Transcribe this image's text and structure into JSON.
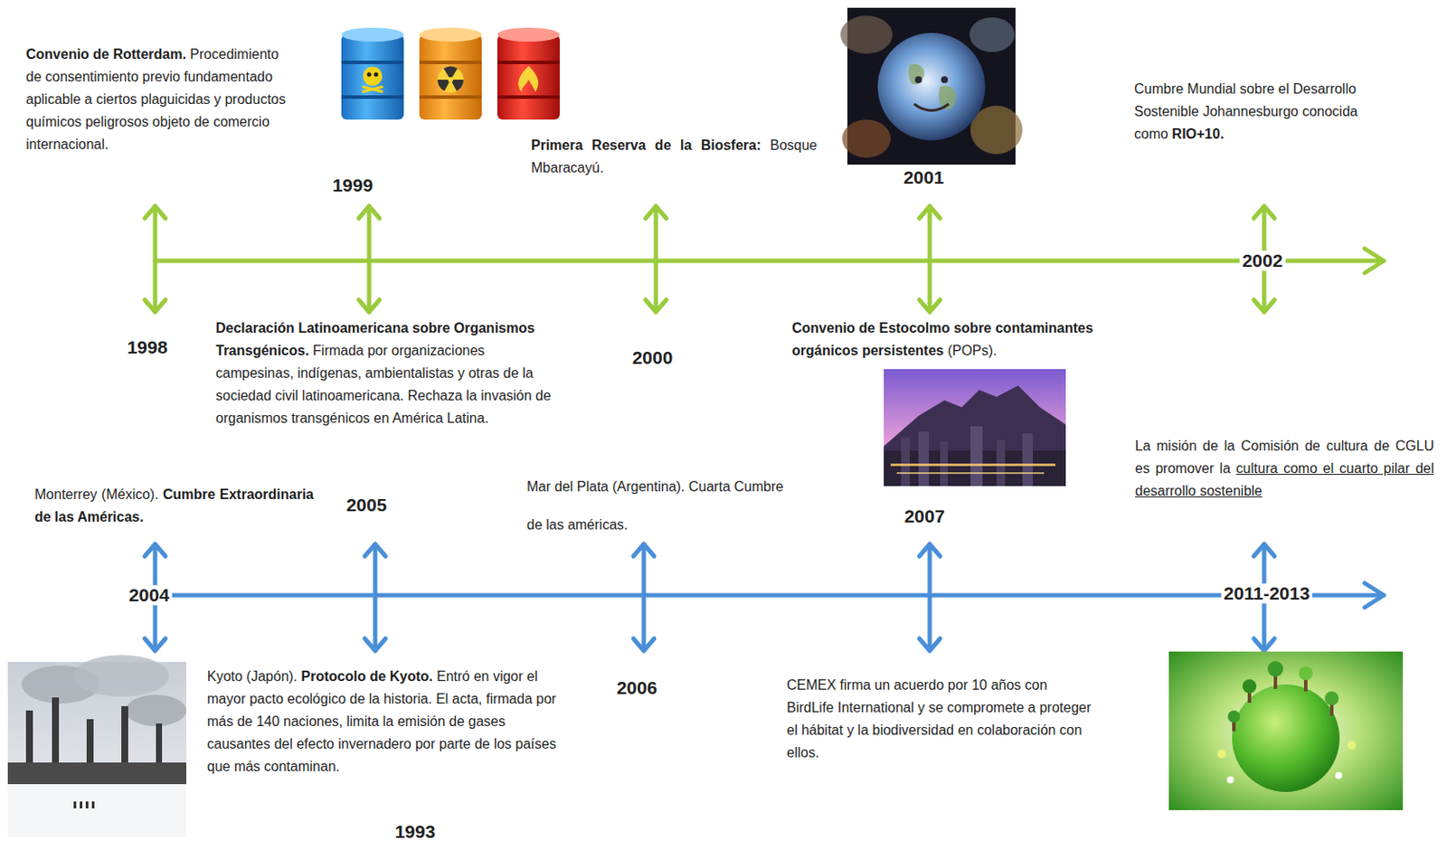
{
  "diagram": {
    "labels": [
      "Convenio de Rotterdam.",
      "Procedimiento de consentimiento previo fundamentado aplicable a ciertos plaguicidas y productos químicos peligrosos objeto de comercio internacional.",
      "1999",
      "Primera Reserva de la Biosfera:",
      "Bosque Mbaracayú.",
      "2001",
      "Cumbre Mundial sobre el Desarrollo Sostenible Johannesburgo conocida como",
      "RIO+10.",
      "2002",
      "1998",
      "Declaración Latinoamericana sobre Organismos Transgénicos.",
      "Firmada por organizaciones campesinas, indígenas, ambientalistas y otras de la sociedad civil latinoamericana. Rechaza la invasión de organismos transgénicos en América Latina.",
      "2000",
      "Convenio de Estocolmo sobre contaminantes orgánicos persistentes",
      "(POPs).",
      "Monterrey (México).",
      "Cumbre Extraordinaria de las Américas.",
      "2005",
      "Mar del Plata (Argentina). Cuarta Cumbre de las américas.",
      "2007",
      "La misión de la Comisión de cultura de CGLU es promover la",
      "cultura como el cuarto pilar del desarrollo sostenible",
      "2004",
      "2011-2013",
      "Kyoto (Japón).",
      "Protocolo de Kyoto.",
      "Entró en vigor el mayor pacto ecológico de la historia. El acta, firmada por más de 140 naciones, limita la emisión de gases causantes del efecto invernadero por parte de los países que más contaminan.",
      "2006",
      "CEMEX firma un acuerdo por 10 años con BirdLife International y se compromete a proteger el hábitat y la biodiversidad en colaboración con ellos.",
      "1993"
    ]
  }
}
